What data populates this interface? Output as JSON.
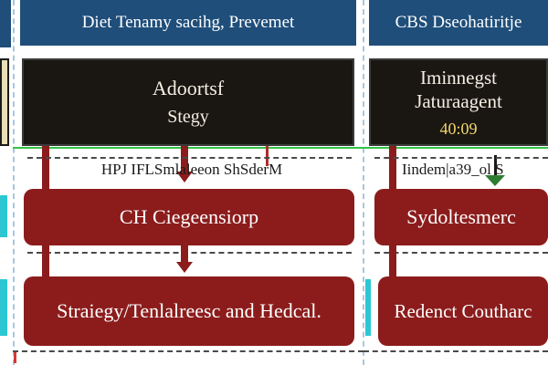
{
  "left": {
    "header": "Diet Tenamy sacihg, Prevemet",
    "box": {
      "line1": "Adoortsf",
      "line2": "Stegy"
    },
    "banner": "HPJ IFLSmlaleeon ShSderM",
    "red1": "CH Ciegeensiorp",
    "red2": "Straiegy/Tenlalreesc and Hedcal."
  },
  "right": {
    "header": "CBS Dseohatiritje",
    "box": {
      "line1": "Iminnegst",
      "line2": "Jaturaagent",
      "accent": "40:09"
    },
    "banner": "Iindem|a39_ol S",
    "red1": "Sydoltesmerc",
    "red2": "Redenct Coutharc"
  },
  "colors": {
    "header": "#1f4e7a",
    "darkbox": "#1a1713",
    "red": "#8c1c1c",
    "green": "#35c24b",
    "cyan": "#2cc7d3",
    "accent": "#f2d66a"
  }
}
